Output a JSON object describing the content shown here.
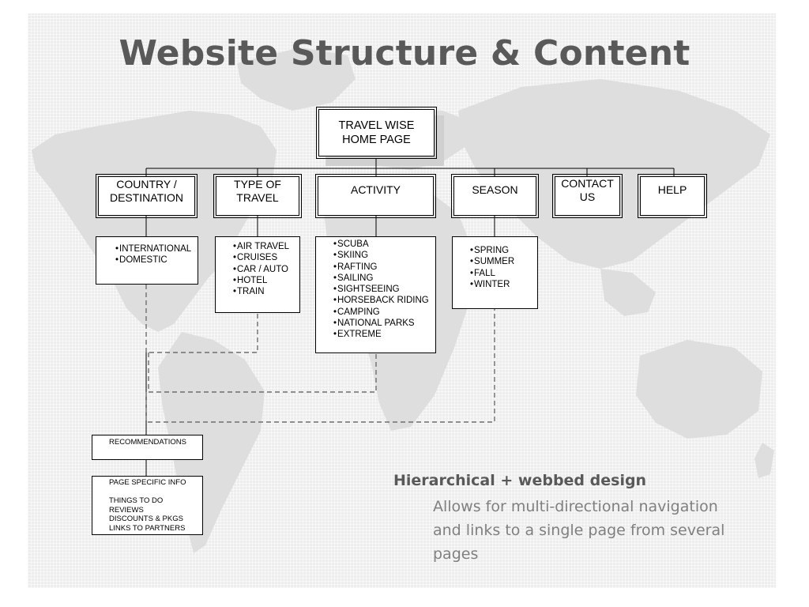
{
  "slide": {
    "title": "Website Structure & Content"
  },
  "diagram": {
    "root": "TRAVEL WISE\nHOME PAGE",
    "categories": [
      {
        "label": "COUNTRY /\nDESTINATION",
        "items": [
          "INTERNATIONAL",
          "DOMESTIC"
        ]
      },
      {
        "label": "TYPE OF\nTRAVEL",
        "items": [
          "AIR TRAVEL",
          "CRUISES",
          "CAR / AUTO",
          "HOTEL",
          "TRAIN"
        ]
      },
      {
        "label": "ACTIVITY",
        "items": [
          "SCUBA",
          "SKIING",
          "RAFTING",
          "SAILING",
          "SIGHTSEEING",
          "HORSEBACK RIDING",
          "CAMPING",
          "NATIONAL PARKS",
          "EXTREME"
        ]
      },
      {
        "label": "SEASON",
        "items": [
          "SPRING",
          "SUMMER",
          "FALL",
          "WINTER"
        ]
      },
      {
        "label": "CONTACT\nUS",
        "items": []
      },
      {
        "label": "HELP",
        "items": []
      }
    ],
    "recommendations": "RECOMMENDATIONS",
    "page_info": "PAGE SPECIFIC INFO\n\nTHINGS TO DO\nREVIEWS\nDISCOUNTS & PKGS\nLINKS TO PARTNERS"
  },
  "note": {
    "heading": "Hierarchical + webbed design",
    "body": "Allows for multi-directional navigation\nand links to a single page from several\npages"
  }
}
